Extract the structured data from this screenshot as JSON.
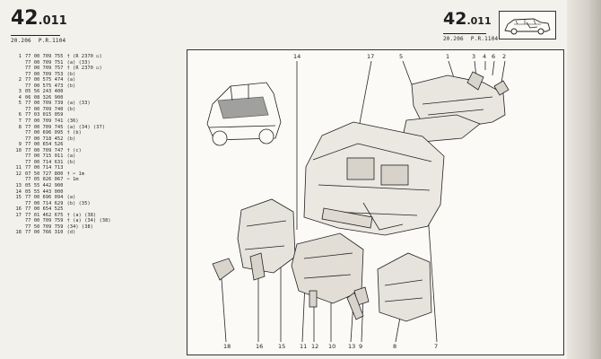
{
  "header_left": {
    "page_number": "42",
    "page_sub": ".011",
    "ref_a": "20.206",
    "ref_b": "P.R.1104"
  },
  "header_right": {
    "page_number": "42",
    "page_sub": ".011",
    "ref_a": "20.206",
    "ref_b": "P.R.1104"
  },
  "parts": [
    {
      "item": "1",
      "pn": "77 00 709 755",
      "note": "† (R 2370 ◻)"
    },
    {
      "item": "",
      "pn": "77 00 709 751",
      "note": "(a) (33)"
    },
    {
      "item": "",
      "pn": "77 00 709 757",
      "note": "† (R 2370 ◻)"
    },
    {
      "item": "",
      "pn": "77 00 709 753",
      "note": "(b)"
    },
    {
      "item": "2",
      "pn": "77 00 575 474",
      "note": "(a)"
    },
    {
      "item": "",
      "pn": "77 00 575 473",
      "note": "(b)"
    },
    {
      "item": "3",
      "pn": "05 56 243 400",
      "note": ""
    },
    {
      "item": "4",
      "pn": "06 08 326 900",
      "note": ""
    },
    {
      "item": "5",
      "pn": "77 00 709 739",
      "note": "(a) (33)"
    },
    {
      "item": "",
      "pn": "77 00 709 740",
      "note": "(b)"
    },
    {
      "item": "6",
      "pn": "77 03 015 059",
      "note": ""
    },
    {
      "item": "7",
      "pn": "77 00 709 741",
      "note": "(36)"
    },
    {
      "item": "8",
      "pn": "77 00 709 745",
      "note": "(a) (34) (37)"
    },
    {
      "item": "",
      "pn": "77 00 696 095",
      "note": "† (b)"
    },
    {
      "item": "",
      "pn": "77 00 718 452",
      "note": "(b)"
    },
    {
      "item": "9",
      "pn": "77 00 654 526",
      "note": ""
    },
    {
      "item": "10",
      "pn": "77 00 709 747",
      "note": "† (c)"
    },
    {
      "item": "",
      "pn": "77 00 715 011",
      "note": "(a)"
    },
    {
      "item": "",
      "pn": "77 00 714 631",
      "note": "(b)"
    },
    {
      "item": "11",
      "pn": "77 00 714 713",
      "note": ""
    },
    {
      "item": "12",
      "pn": "07 50 727 800",
      "note": "† ✂ 1m"
    },
    {
      "item": "",
      "pn": "77 05 026 067",
      "note": "✂ 1m"
    },
    {
      "item": "13",
      "pn": "05 55 442 900",
      "note": ""
    },
    {
      "item": "14",
      "pn": "05 55 443 000",
      "note": ""
    },
    {
      "item": "15",
      "pn": "77 00 696 094",
      "note": "(a)"
    },
    {
      "item": "",
      "pn": "77 00 714 629",
      "note": "(b) (35)"
    },
    {
      "item": "16",
      "pn": "77 00 654 525",
      "note": ""
    },
    {
      "item": "17",
      "pn": "77 01 462 675",
      "note": "† (a) (38)"
    },
    {
      "item": "",
      "pn": "77 00 709 759",
      "note": "† (a) (34) (38)"
    },
    {
      "item": "",
      "pn": "77 50 709 759",
      "note": "(34) (38)"
    },
    {
      "item": "18",
      "pn": "77 00 766 310",
      "note": "(d)"
    }
  ],
  "callouts": {
    "top": [
      "14",
      "17",
      "5",
      "1",
      "3",
      "4",
      "6",
      "2"
    ],
    "bottom": [
      "18",
      "16",
      "15",
      "11",
      "12",
      "10",
      "13",
      "9",
      "8",
      "7"
    ]
  }
}
